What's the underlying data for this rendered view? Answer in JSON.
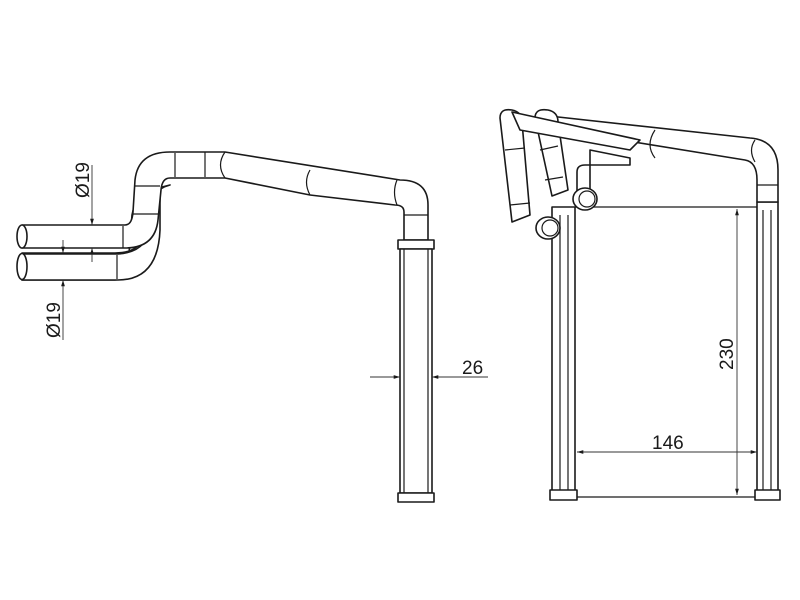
{
  "drawing": {
    "title": "Heater core dimension drawing",
    "dimensions": {
      "inlet_diameter": "Ø19",
      "outlet_diameter": "Ø19",
      "core_thickness": "26",
      "core_height": "230",
      "core_width": "146"
    },
    "line_color": "#1a1a1a",
    "background": "#ffffff"
  }
}
